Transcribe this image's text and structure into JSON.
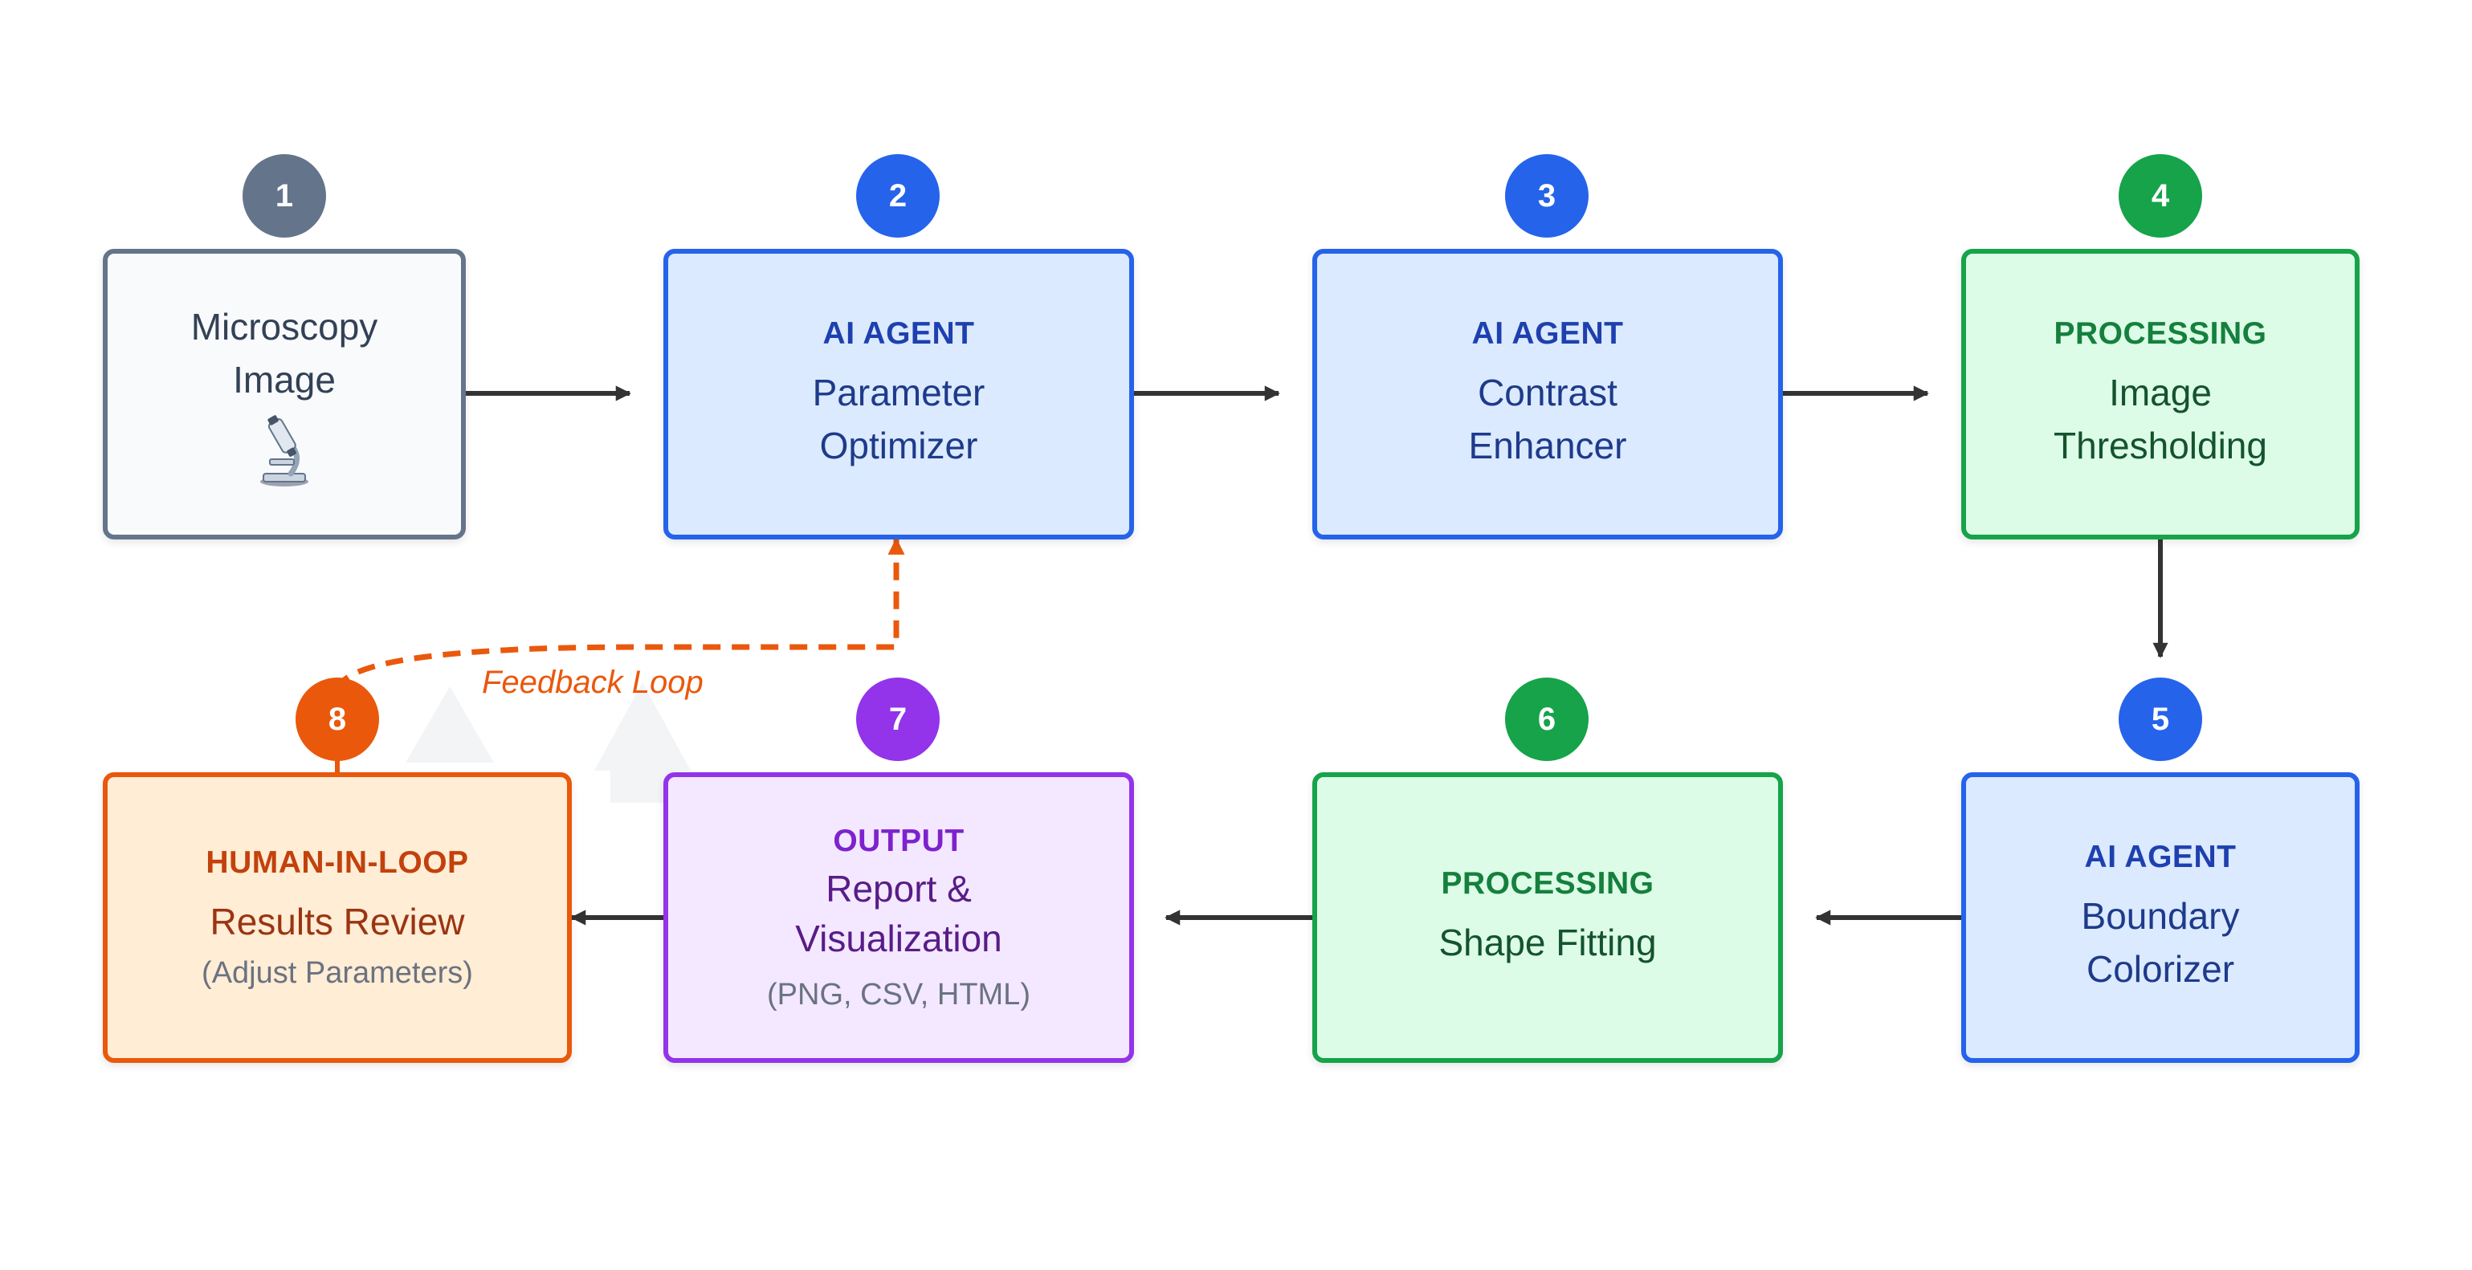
{
  "nodes": [
    {
      "number": "1",
      "role": "",
      "name_lines": [
        "Microscopy",
        "Image"
      ],
      "icon": "microscope-icon",
      "sub": ""
    },
    {
      "number": "2",
      "role": "AI AGENT",
      "name_lines": [
        "Parameter",
        "Optimizer"
      ],
      "sub": ""
    },
    {
      "number": "3",
      "role": "AI AGENT",
      "name_lines": [
        "Contrast",
        "Enhancer"
      ],
      "sub": ""
    },
    {
      "number": "4",
      "role": "PROCESSING",
      "name_lines": [
        "Image",
        "Thresholding"
      ],
      "sub": ""
    },
    {
      "number": "5",
      "role": "AI AGENT",
      "name_lines": [
        "Boundary",
        "Colorizer"
      ],
      "sub": ""
    },
    {
      "number": "6",
      "role": "PROCESSING",
      "name_lines": [
        "Shape Fitting"
      ],
      "sub": ""
    },
    {
      "number": "7",
      "role": "OUTPUT",
      "name_lines": [
        "Report &",
        "Visualization"
      ],
      "sub": "(PNG, CSV, HTML)"
    },
    {
      "number": "8",
      "role": "HUMAN-IN-LOOP",
      "name_lines": [
        "Results Review"
      ],
      "sub": "(Adjust Parameters)"
    }
  ],
  "feedback_label": "Feedback Loop",
  "colors": {
    "input": "#64748b",
    "ai_agent": "#2563eb",
    "processing": "#16a34a",
    "output": "#9333ea",
    "human": "#ea580c",
    "arrow": "#333333"
  }
}
